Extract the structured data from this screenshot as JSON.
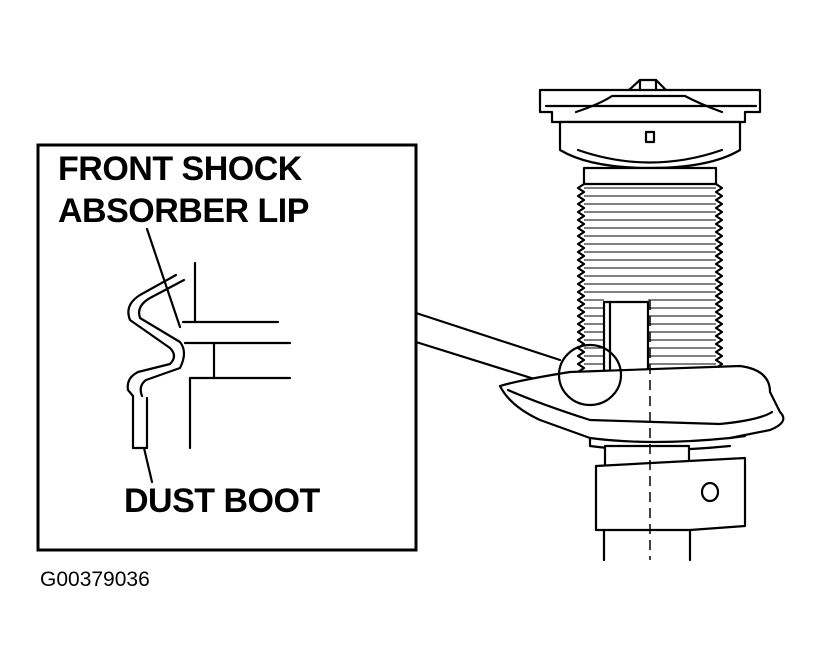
{
  "labels": {
    "lip_line1": "FRONT SHOCK",
    "lip_line2": "ABSORBER LIP",
    "dust_boot": "DUST BOOT",
    "figure_code": "G00379036"
  },
  "colors": {
    "line": "#000000",
    "background": "#ffffff"
  }
}
